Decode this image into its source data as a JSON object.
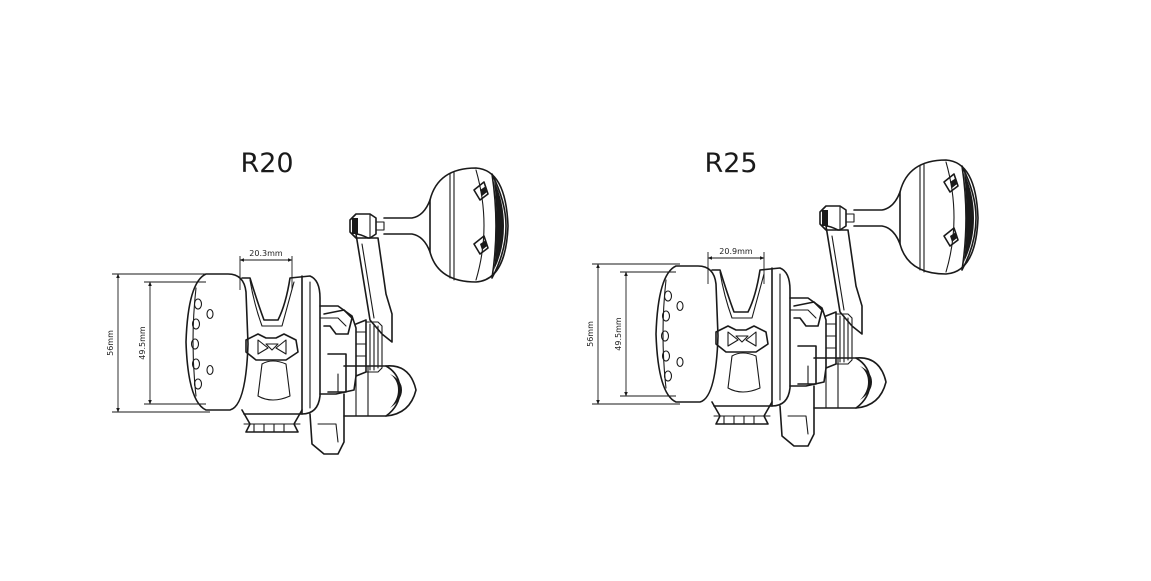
{
  "diagrams": [
    {
      "id": "r20",
      "title": "R20",
      "width_label": "20.3mm",
      "height_outer_label": "56mm",
      "height_inner_label": "49.5mm"
    },
    {
      "id": "r25",
      "title": "R25",
      "width_label": "20.9mm",
      "height_outer_label": "56mm",
      "height_inner_label": "49.5mm"
    }
  ]
}
